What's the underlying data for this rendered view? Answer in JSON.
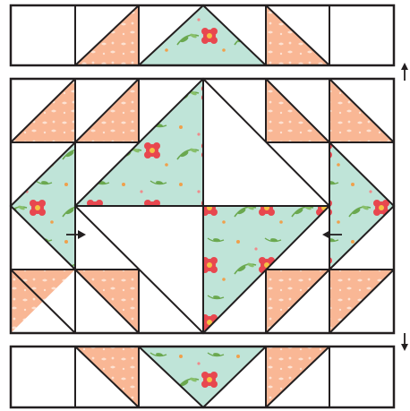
{
  "diagram": {
    "type": "quilt-block-assembly",
    "fabrics": {
      "peach": "#f9b795",
      "aqua": "#bfe4d8",
      "white": "#ffffff",
      "outline": "#231f20",
      "flower_red": "#e8474f",
      "leaf_green": "#6aa84f"
    },
    "rows": [
      "top-strip",
      "center-section",
      "bottom-strip"
    ],
    "arrows": [
      {
        "name": "right-pointing-arrow-left",
        "direction": "right"
      },
      {
        "name": "left-pointing-arrow-right",
        "direction": "left"
      },
      {
        "name": "up-arrow-top-right",
        "direction": "up"
      },
      {
        "name": "down-arrow-bottom-right",
        "direction": "down"
      }
    ]
  }
}
